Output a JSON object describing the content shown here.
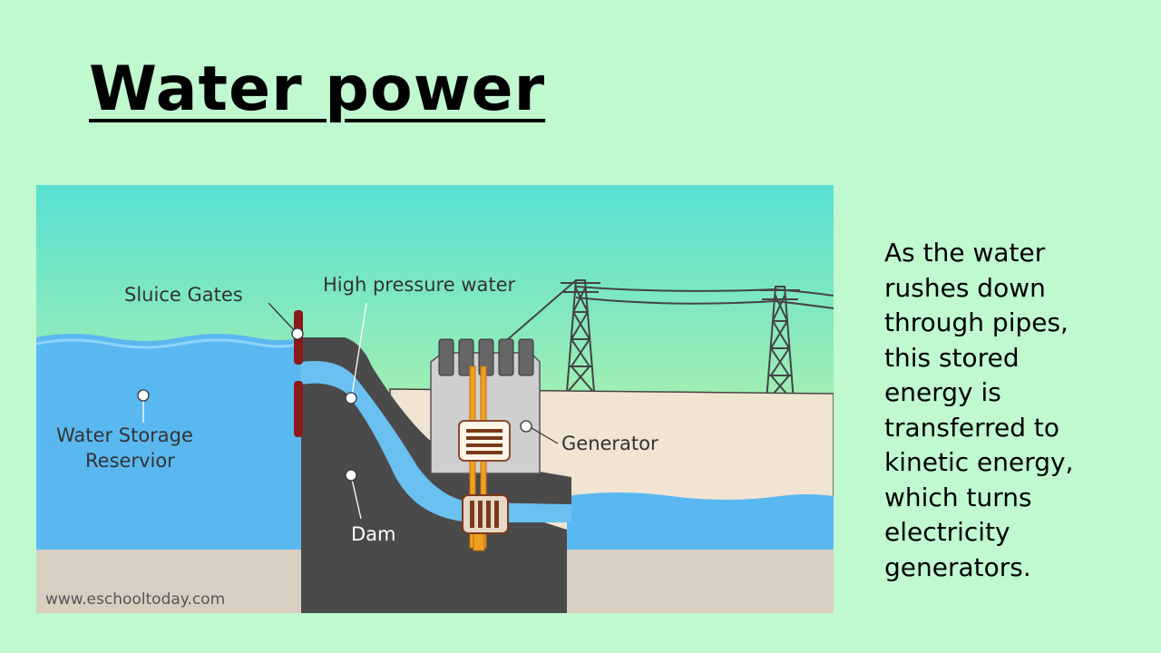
{
  "slide": {
    "title": "Water power",
    "body": "As the water\nrushes down\nthrough pipes,\nthis stored\nenergy is\ntransferred to\nkinetic energy,\nwhich turns\nelectricity\ngenerators."
  },
  "diagram": {
    "labels": {
      "sluice_gates": "Sluice Gates",
      "high_pressure_water": "High pressure water",
      "water_storage_line1": "Water Storage",
      "water_storage_line2": "Reservior",
      "generator": "Generator",
      "dam": "Dam"
    },
    "watermark": "www.eschooltoday.com",
    "colors": {
      "sky_top": "#5ce0d0",
      "sky_bottom": "#b8f0a0",
      "water": "#5ab8f0",
      "dam": "#4a4a4a",
      "ground": "#ddd0c0",
      "gate": "#8a1a1a",
      "shaft": "#f0a020"
    }
  }
}
